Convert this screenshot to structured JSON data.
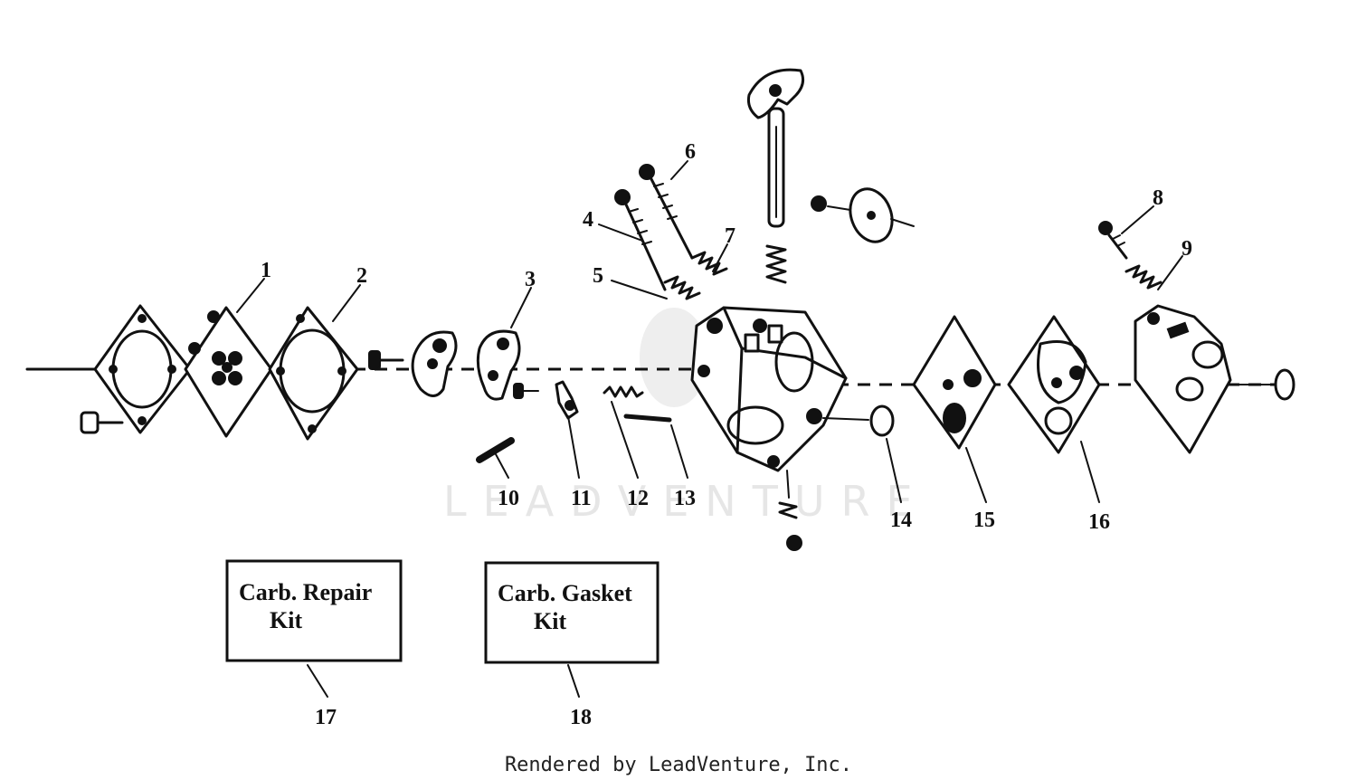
{
  "part_labels": [
    "1",
    "2",
    "3",
    "4",
    "5",
    "6",
    "7",
    "8",
    "9",
    "10",
    "11",
    "12",
    "13",
    "14",
    "15",
    "16",
    "17",
    "18"
  ],
  "kits": {
    "repair": {
      "line1": "Carb. Repair",
      "line2": "Kit"
    },
    "gasket": {
      "line1": "Carb. Gasket",
      "line2": "Kit"
    }
  },
  "watermark": "LEADVENTURE",
  "footer": "Rendered by LeadVenture, Inc."
}
